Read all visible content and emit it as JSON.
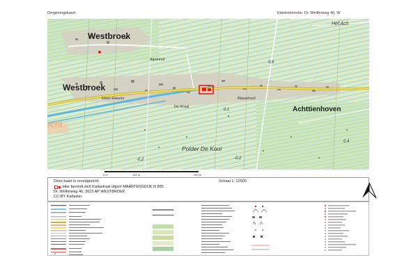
{
  "header": {
    "left": "Omgevingskaart",
    "right": "Klantreferentie: Dr. Wellferweg 46, W"
  },
  "map": {
    "labels": {
      "westbroek_top": "Westbroek",
      "westbroek_mid": "Westbroek",
      "alpenhof": "Alpenhof",
      "eben_haezer": "Eben-Haezer",
      "de_kraal": "De Kraal",
      "blauwhoef": "Blauwhoef",
      "achttienhoven": "Achttienhoven",
      "polder": "Polder De Kool",
      "het_ach": "Het Ach",
      "echt": "echt",
      "n_06": "0,6",
      "n_01": "0,1",
      "n_04": "0,4",
      "n_02a": "-0,2",
      "n_02b": "-0,2"
    },
    "colors": {
      "land": "#dcebc8",
      "water": "#7cc6e8",
      "built": "#d9d2c8",
      "road": "#e8d64a",
      "highlight": "#e02020"
    }
  },
  "scale_bar": {
    "ticks": [
      "0 m",
      "125 m",
      "250 m"
    ]
  },
  "info": {
    "line1_left": "Deze kaart is noordgericht.",
    "line1_right": "Schaal 1: 12500",
    "line2": "Hier bevindt zich Kadastraal object MAARTENSDIJK N 895",
    "line3": "Dr. Welferweg 46, 3615 AP WESTBROEK",
    "line4": "CC-BY Kadaster."
  },
  "north_icon": "north-arrow-icon"
}
